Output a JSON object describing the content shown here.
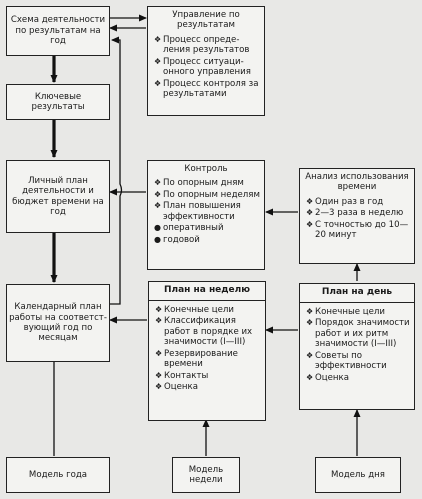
{
  "boxes": {
    "scheme": "Схема деятельности по результатам на год",
    "key": "Ключевые результаты",
    "personal": "Личный план деятельности и бюджет времени на год",
    "calendar": "Календарный план работы на соответст-вующий год по месяцам",
    "model_year": "Модель года",
    "model_week": "Модель недели",
    "model_day": "Модель дня"
  },
  "management": {
    "title": "Управление по результатам",
    "items": [
      "Процесс опреде-ления результатов",
      "Процесс ситуаци-онного управления",
      "Процесс контроля за результатами"
    ]
  },
  "control": {
    "title": "Контроль",
    "items": [
      "По опорным дням",
      "По опорным неделям",
      "План повышения эффективности"
    ],
    "subitems": [
      "оперативный",
      "годовой"
    ]
  },
  "analysis": {
    "title": "Анализ использования времени",
    "items": [
      "Один раз в год",
      "2—3 раза в неделю",
      "С точностью до 10—20 минут"
    ]
  },
  "week_plan": {
    "title": "План на неделю",
    "items": [
      "Конечные цели",
      "Классификация работ в порядке их значимости (I—III)",
      "Резервирование времени",
      "Контакты",
      "Оценка"
    ]
  },
  "day_plan": {
    "title": "План на день",
    "items": [
      "Конечные цели",
      "Порядок значимости работ и их ритм значимости (I—III)",
      "Советы по эффективности",
      "Оценка"
    ]
  },
  "bullet_marker": "❖",
  "sub_marker": "●"
}
